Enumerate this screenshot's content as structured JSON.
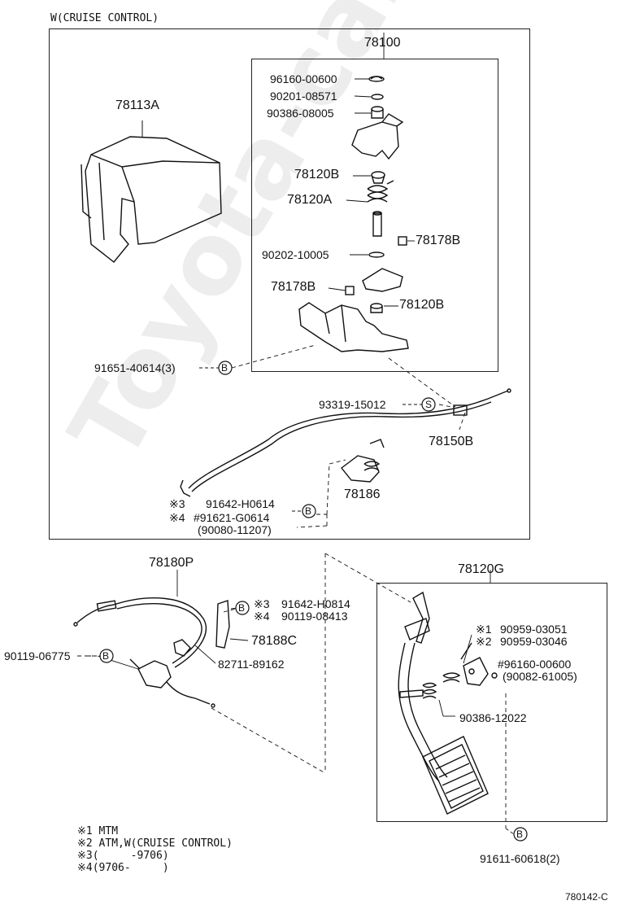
{
  "header": {
    "section_title": "W(CRUISE CONTROL)"
  },
  "footer": {
    "figure_code": "780142-C"
  },
  "watermark": "Toyota-carline.ru",
  "callout_letters": {
    "b": "B",
    "s": "S"
  },
  "top_assembly": {
    "code": "78100",
    "cover_code": "78113A",
    "bolt": "91651-40614(3)",
    "clip": "93319-15012",
    "cable": "78150B",
    "bracket": "78186",
    "note_marks": {
      "m3": "※3",
      "m4": "※4"
    },
    "bolt_a": "91642-H0614",
    "bolt_b": "#91621-G0614",
    "bolt_c": "(90080-11207)",
    "parts": [
      "96160-00600",
      "90201-08571",
      "90386-08005",
      "78120B",
      "78120A",
      "78178B",
      "90202-10005",
      "78178B",
      "78120B"
    ]
  },
  "bottom_left": {
    "code": "78180P",
    "grommet": "90119-06775",
    "cmark3": "※3",
    "cmark4": "※4",
    "bolt1": "91642-H0814",
    "bolt2": "90119-08413",
    "bracket": "78188C",
    "clamp": "82711-89162"
  },
  "bottom_right": {
    "code": "78120G",
    "m1": "※1",
    "m2": "※2",
    "p1": "90959-03051",
    "p2": "90959-03046",
    "p3": "#96160-00600",
    "p4": "(90082-61005)",
    "p5": "90386-12022",
    "bolt": "91611-60618(2)"
  },
  "notes": [
    "※1 MTM",
    "※2 ATM,W(CRUISE CONTROL)",
    "※3(     -9706)",
    "※4(9706-     )"
  ]
}
